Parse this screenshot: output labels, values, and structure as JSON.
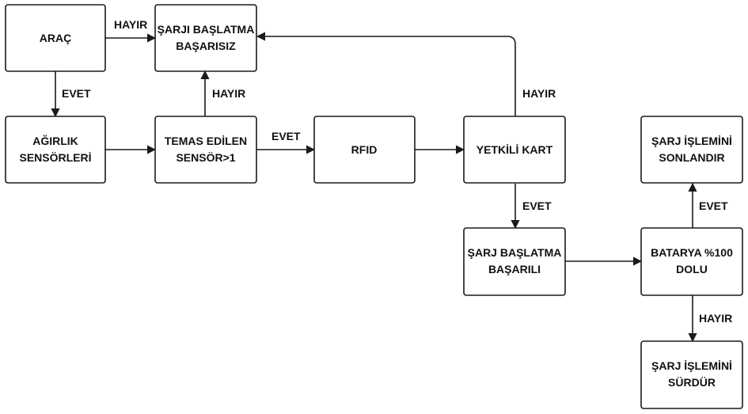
{
  "nodes": {
    "arac": [
      "ARAÇ"
    ],
    "basarisiz": [
      "ŞARJI BAŞLATMA",
      "BAŞARISIZ"
    ],
    "agirlik": [
      "AĞIRLIK",
      "SENSÖRLERİ"
    ],
    "temas": [
      "TEMAS EDİLEN",
      "SENSÖR>1"
    ],
    "rfid": [
      "RFID"
    ],
    "yetkili": [
      "YETKİLİ KART"
    ],
    "sonlandir": [
      "ŞARJ İŞLEMİNİ",
      "SONLANDIR"
    ],
    "basarili": [
      "ŞARJ BAŞLATMA",
      "BAŞARILI"
    ],
    "batarya": [
      "BATARYA %100",
      "DOLU"
    ],
    "surdur": [
      "ŞARJ İŞLEMİNİ",
      "SÜRDÜR"
    ]
  },
  "edges": {
    "arac_to_basarisiz": "HAYIR",
    "arac_to_agirlik": "EVET",
    "temas_to_basarisiz": "HAYIR",
    "temas_to_rfid": "EVET",
    "yetkili_to_basarisiz": "HAYIR",
    "yetkili_to_basarili": "EVET",
    "batarya_to_sonlandir": "EVET",
    "batarya_to_surdur": "HAYIR"
  }
}
